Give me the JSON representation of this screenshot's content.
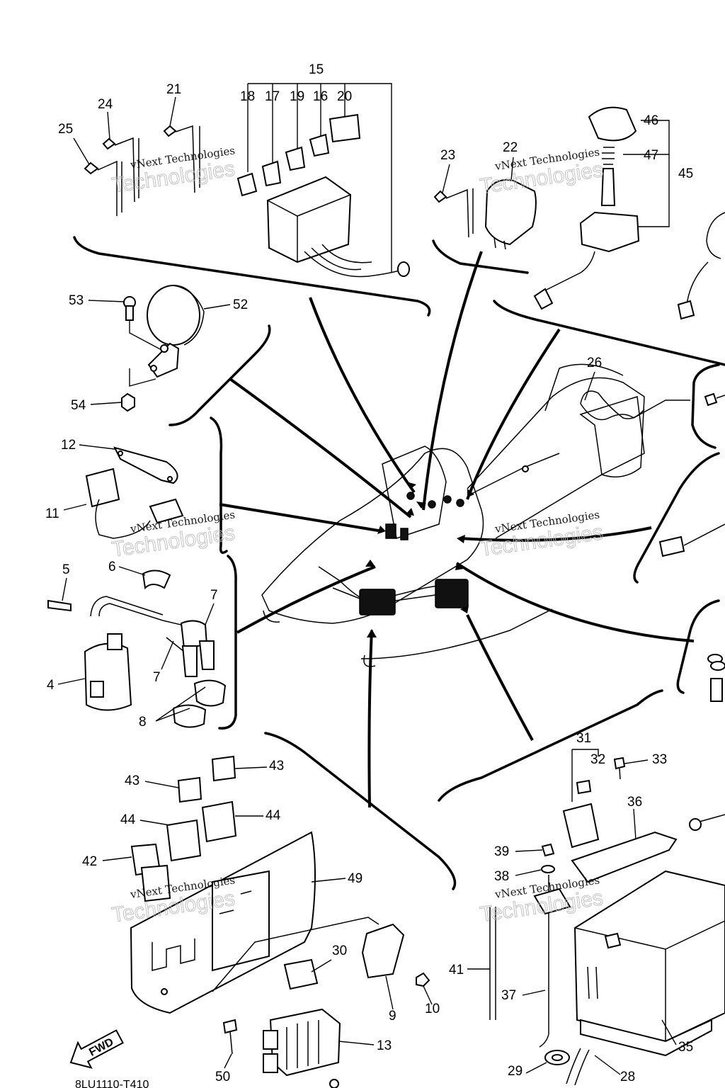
{
  "diagram": {
    "part_labels": {
      "p15": "15",
      "p18": "18",
      "p17": "17",
      "p19": "19",
      "p16": "16",
      "p20": "20",
      "p21": "21",
      "p24": "24",
      "p25": "25",
      "p23": "23",
      "p22": "22",
      "p46": "46",
      "p47": "47",
      "p45": "45",
      "p53": "53",
      "p52": "52",
      "p54": "54",
      "p26": "26",
      "p12": "12",
      "p11": "11",
      "p5": "5",
      "p6": "6",
      "p7a": "7",
      "p7b": "7",
      "p4": "4",
      "p8": "8",
      "p43a": "43",
      "p43b": "43",
      "p44a": "44",
      "p44b": "44",
      "p42": "42",
      "p49": "49",
      "p30": "30",
      "p9": "9",
      "p10": "10",
      "p13": "13",
      "p50": "50",
      "p31": "31",
      "p32": "32",
      "p33": "33",
      "p36": "36",
      "p39": "39",
      "p38": "38",
      "p41": "41",
      "p37": "37",
      "p29": "29",
      "p28": "28",
      "p35": "35"
    },
    "watermark": {
      "line1": "vNext Technologies",
      "line2": "Technologies"
    },
    "fwd_label": "FWD",
    "drawing_code": "8LU1110-T410"
  }
}
